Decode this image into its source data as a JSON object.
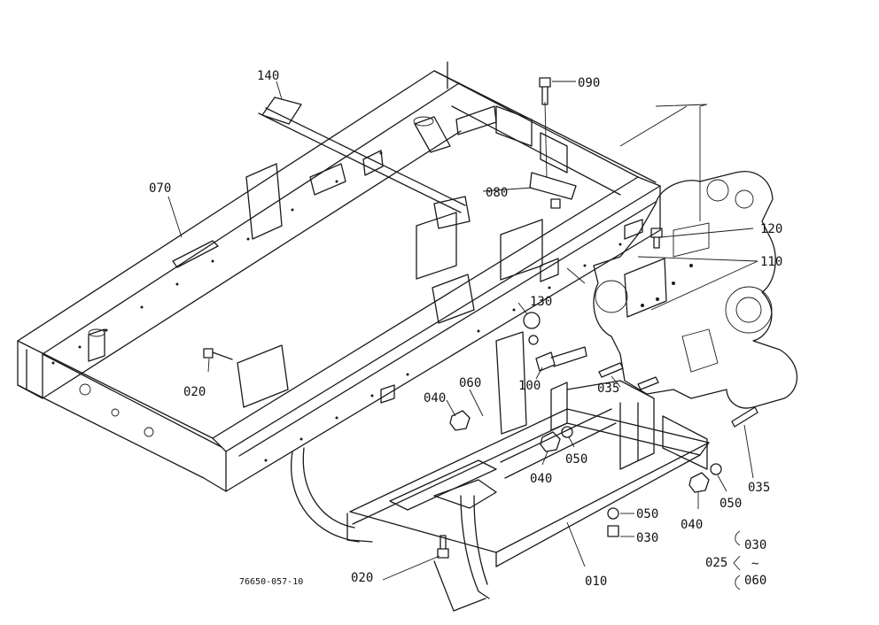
{
  "labels": {
    "p010": "010",
    "p020a": "020",
    "p020b": "020",
    "p025": "025",
    "p030a": "030",
    "p030b": "030",
    "p035a": "035",
    "p035b": "035",
    "p040a": "040",
    "p040b": "040",
    "p040c": "040",
    "p050a": "050",
    "p050b": "050",
    "p050c": "050",
    "p060a": "060",
    "p060b": "060",
    "p070": "070",
    "p080": "080",
    "p090": "090",
    "p100": "100",
    "p110": "110",
    "p120": "120",
    "p130": "130",
    "p140": "140",
    "tilde": "~"
  },
  "drawing_number": "76650-057-10"
}
